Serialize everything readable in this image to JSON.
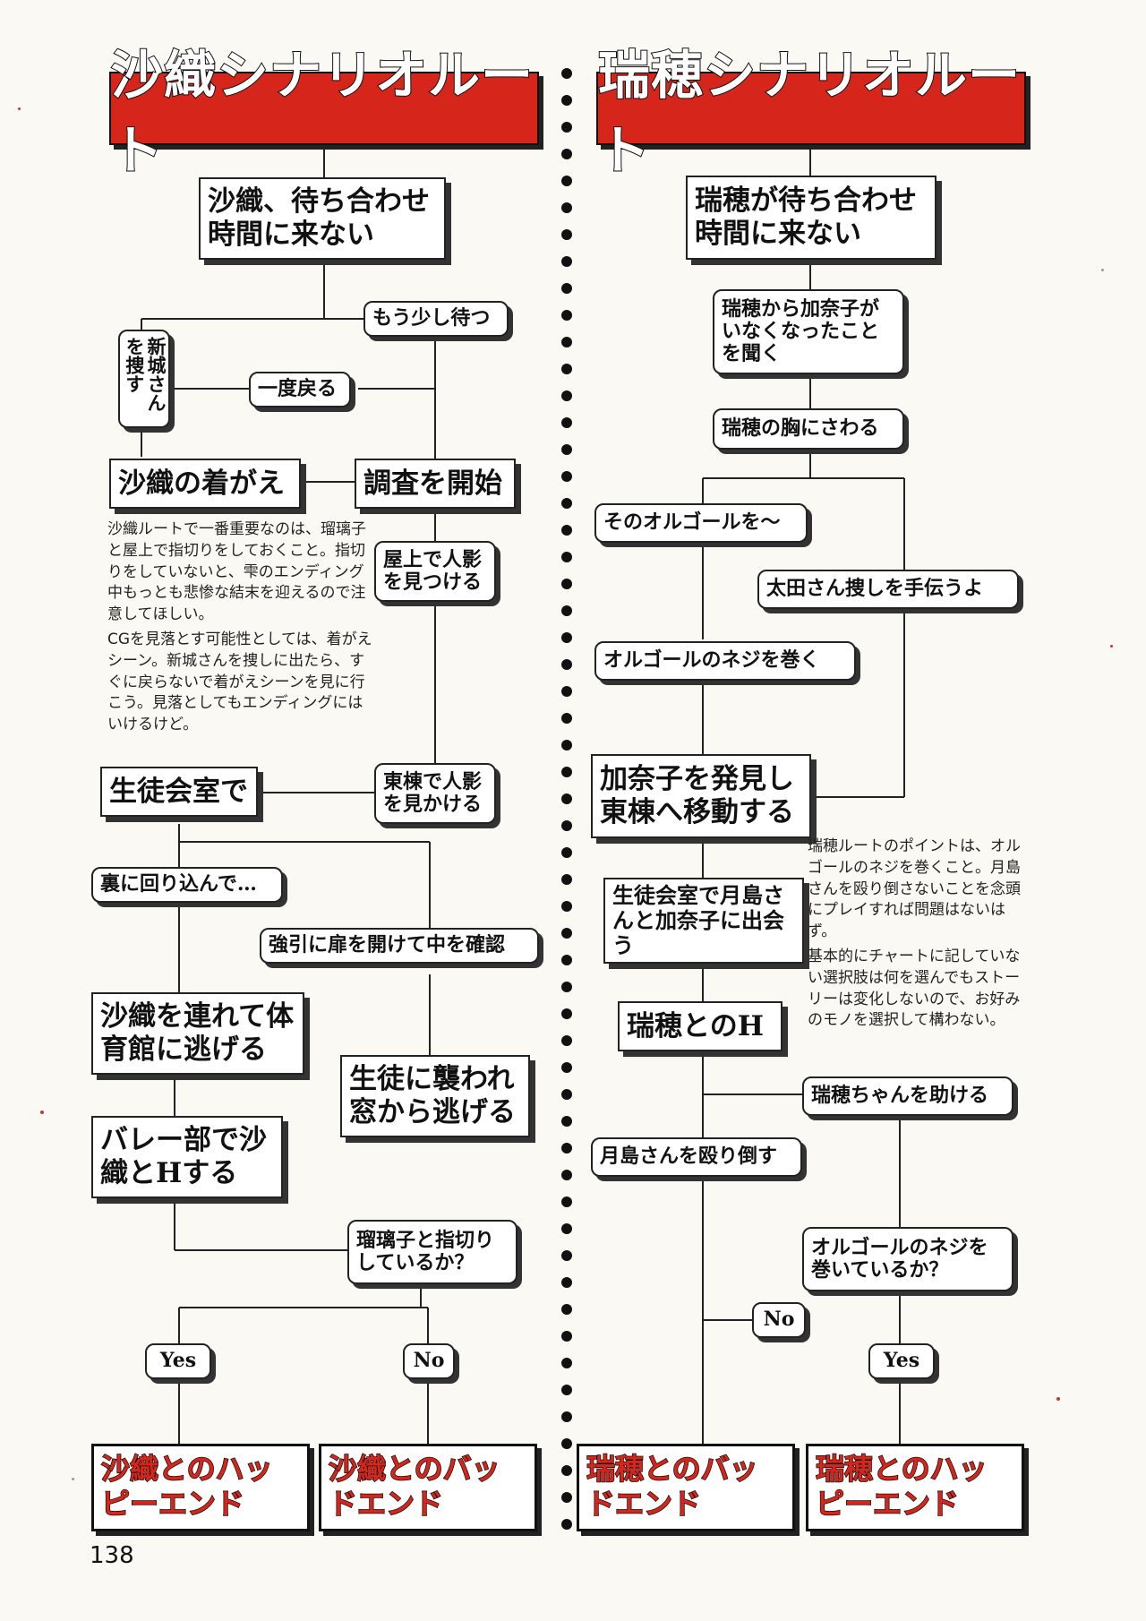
{
  "left": {
    "title": "沙織シナリオルート",
    "nodes": {
      "start": "沙織、待ち合わせ時間に来ない",
      "wait": "もう少し待つ",
      "search_shinjo": "新城さんを捜す",
      "go_back": "一度戻る",
      "change_clothes": "沙織の着がえ",
      "investigate": "調査を開始",
      "rooftop": "屋上で人影を見つける",
      "student_council": "生徒会室で",
      "east_wing": "東棟で人影を見かける",
      "go_around": "裏に回り込んで…",
      "force_door": "強引に扉を開けて中を確認",
      "gym_escape": "沙織を連れて体育館に逃げる",
      "window_escape": "生徒に襲われ窓から逃げる",
      "volleyball": "バレー部で沙織とHする",
      "pinky_question": "瑠璃子と指切りしているか？",
      "yes": "Yes",
      "no": "No",
      "happy_end": "沙織とのハッピーエンド",
      "bad_end": "沙織とのバッドエンド"
    },
    "note": [
      "沙織ルートで一番重要なのは、瑠璃子と屋上で指切りをしておくこと。指切りをしていないと、雫のエンディング中もっとも悲惨な結末を迎えるので注意してほしい。",
      "CGを見落とす可能性としては、着がえシーン。新城さんを捜しに出たら、すぐに戻らないで着がえシーンを見に行こう。見落としてもエンディングにはいけるけど。"
    ]
  },
  "right": {
    "title": "瑞穂シナリオルート",
    "nodes": {
      "start": "瑞穂が待ち合わせ時間に来ない",
      "hear": "瑞穂から加奈子がいなくなったことを聞く",
      "touch": "瑞穂の胸にさわる",
      "music_box": "そのオルゴールを〜",
      "help_ota": "太田さん捜しを手伝うよ",
      "wind": "オルゴールのネジを巻く",
      "find_kanako": "加奈子を発見し東棟へ移動する",
      "meet": "生徒会室で月島さんと加奈子に出会う",
      "h_scene": "瑞穂とのH",
      "help_mizuho": "瑞穂ちゃんを助ける",
      "knock_down": "月島さんを殴り倒す",
      "wound_question": "オルゴールのネジを巻いているか？",
      "no": "No",
      "yes": "Yes",
      "bad_end": "瑞穂とのバッドエンド",
      "happy_end": "瑞穂とのハッピーエンド"
    },
    "note": [
      "瑞穂ルートのポイントは、オルゴールのネジを巻くこと。月島さんを殴り倒さないことを念頭にプレイすれば問題はないはず。",
      "基本的にチャートに記していない選択肢は何を選んでもストーリーは変化しないので、お好みのモノを選択して構わない。"
    ]
  },
  "page_number": "138",
  "colors": {
    "title_bg": "#d6261b",
    "ending_text": "#d6261b",
    "divider": "#111111"
  }
}
